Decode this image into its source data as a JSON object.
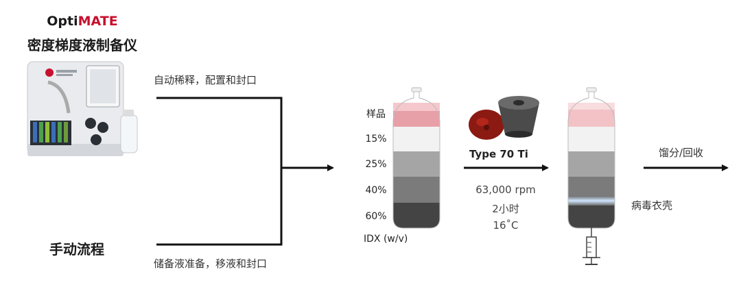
{
  "brand": {
    "part1": "Opti",
    "part2": "MATE",
    "accent": "#c8102e"
  },
  "instrument": {
    "title": "密度梯度液制备仪"
  },
  "manual": {
    "title": "手动流程"
  },
  "paths": {
    "top_label": "自动稀释，配置和封口",
    "bottom_label": "储备液准备，移液和封口"
  },
  "tube1": {
    "layers": [
      "样品",
      "15%",
      "25%",
      "40%",
      "60%"
    ],
    "footer": "IDX (w/v)"
  },
  "centrifuge": {
    "rotor": "Type 70 Ti",
    "speed": "63,000 rpm",
    "time": "2小时",
    "temp": "16˚C"
  },
  "tube2": {
    "band_label": "病毒衣壳"
  },
  "final": {
    "label": "馏分/回收"
  }
}
